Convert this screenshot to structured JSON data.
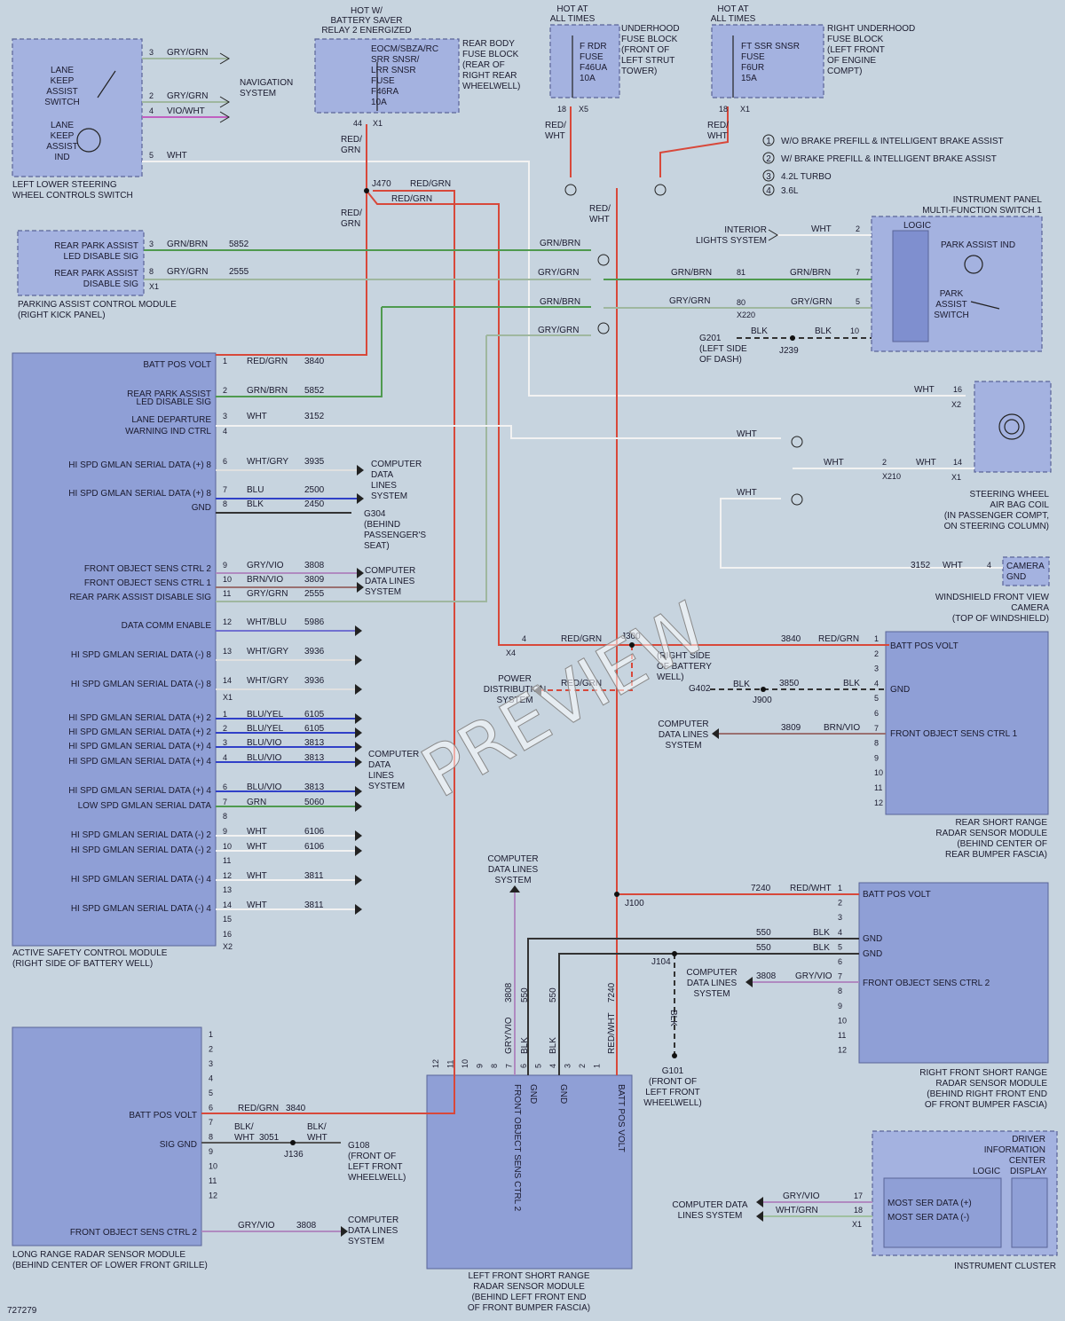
{
  "colors": {
    "background": "#c7d4df",
    "module": "#8f9fd6",
    "red_grn": "#d8483a",
    "red_wht": "#d8483a",
    "grn_brn": "#4f9a4f",
    "gry_grn": "#9fb79f",
    "wht": "#f2f2f2",
    "blu": "#3040c8",
    "gry_vio": "#b08ac0",
    "blk": "#333333"
  },
  "watermark": "PREVIEW",
  "diagram_number": "727279",
  "legend": [
    {
      "num": "1",
      "text": "W/O BRAKE PREFILL & INTELLIGENT BRAKE ASSIST"
    },
    {
      "num": "2",
      "text": "W/ BRAKE PREFILL & INTELLIGENT BRAKE ASSIST"
    },
    {
      "num": "3",
      "text": "4.2L TURBO"
    },
    {
      "num": "4",
      "text": "3.6L"
    }
  ],
  "top": {
    "steering_switch": {
      "lines": [
        "LEFT LOWER STEERING",
        "WHEEL CONTROLS SWITCH"
      ],
      "lka_switch": [
        "LANE",
        "KEEP",
        "ASSIST",
        "SWITCH"
      ],
      "lka_ind": [
        "LANE",
        "KEEP",
        "ASSIST",
        "IND"
      ],
      "nav": [
        "NAVIGATION",
        "SYSTEM"
      ],
      "pins": [
        {
          "pin": "3",
          "wire": "GRY/GRN"
        },
        {
          "pin": "2",
          "wire": "GRY/GRN"
        },
        {
          "pin": "4",
          "wire": "VIO/WHT"
        },
        {
          "pin": "5",
          "wire": "WHT"
        }
      ]
    },
    "rear_fuse": {
      "hot": [
        "HOT W/",
        "BATTERY SAVER",
        "RELAY 2 ENERGIZED"
      ],
      "fuse": [
        "EOCM/SBZA/RC",
        "SRR SNSR/",
        "LRR SNSR",
        "FUSE",
        "F46RA",
        "10A"
      ],
      "loc": [
        "REAR BODY",
        "FUSE BLOCK",
        "(REAR OF",
        "RIGHT REAR",
        "WHEELWELL)"
      ],
      "pin": "44",
      "conn": "X1",
      "wire": [
        "RED/",
        "GRN"
      ]
    },
    "underhood_fuse": {
      "hot": [
        "HOT AT",
        "ALL TIMES"
      ],
      "fuse": [
        "F RDR",
        "FUSE",
        "F46UA",
        "10A"
      ],
      "loc": [
        "UNDERHOOD",
        "FUSE BLOCK",
        "(FRONT OF",
        "LEFT STRUT",
        "TOWER)"
      ],
      "pin": "18",
      "conn": "X5",
      "wire": [
        "RED/",
        "WHT"
      ]
    },
    "right_fuse": {
      "hot": [
        "HOT AT",
        "ALL TIMES"
      ],
      "fuse": [
        "FT SSR SNSR",
        "FUSE",
        "F6UR",
        "15A"
      ],
      "loc": [
        "RIGHT UNDERHOOD",
        "FUSE BLOCK",
        "(LEFT FRONT",
        "OF ENGINE",
        "COMPT)"
      ],
      "pin": "18",
      "conn": "X1",
      "wire": [
        "RED/",
        "WHT"
      ]
    },
    "splice_j470": "J470",
    "wire_red_grn": "RED/GRN",
    "wire_red_grn_split": [
      "RED/",
      "GRN"
    ],
    "wire_red_wht_split": [
      "RED/",
      "WHT"
    ]
  },
  "park_assist_module": {
    "lines": [
      "PARKING ASSIST CONTROL MODULE",
      "(RIGHT KICK PANEL)"
    ],
    "pins": [
      {
        "label": "REAR PARK ASSIST",
        "label2": "LED DISABLE SIG",
        "pin": "3",
        "wire": "GRN/BRN",
        "circuit": "5852"
      },
      {
        "label": "REAR PARK ASSIST",
        "label2": "DISABLE SIG",
        "pin": "8",
        "wire": "GRY/GRN",
        "circuit": "2555"
      }
    ],
    "conn": "X1"
  },
  "instrument_switch": {
    "lines": [
      "INSTRUMENT PANEL",
      "MULTI-FUNCTION SWITCH 1"
    ],
    "logic": "LOGIC",
    "park_ind": "PARK ASSIST IND",
    "park_switch": [
      "PARK",
      "ASSIST",
      "SWITCH"
    ],
    "interior": [
      "INTERIOR",
      "LIGHTS SYSTEM"
    ],
    "pins": [
      {
        "pin": "2",
        "wire": "WHT"
      },
      {
        "pin": "7",
        "wire": "GRN/BRN",
        "inline": "81"
      },
      {
        "pin": "5",
        "wire": "GRY/GRN",
        "inline": "80"
      },
      {
        "pin": "10",
        "wire": "BLK"
      }
    ],
    "x220": "X220",
    "g201": [
      "G201",
      "(LEFT SIDE",
      "OF DASH)"
    ],
    "j239": "J239",
    "grn_brn": "GRN/BRN",
    "gry_grn": "GRY/GRN",
    "blk": "BLK"
  },
  "asc_module": {
    "lines": [
      "ACTIVE SAFETY CONTROL MODULE",
      "(RIGHT SIDE OF BATTERY WELL)"
    ],
    "x1": [
      {
        "label": "BATT POS VOLT",
        "pin": "1",
        "wire": "RED/GRN",
        "circuit": "3840"
      },
      {
        "label": "REAR PARK ASSIST",
        "label2": "LED DISABLE SIG",
        "pin": "2",
        "wire": "GRN/BRN",
        "circuit": "5852"
      },
      {
        "label": "LANE DEPARTURE",
        "label2": "WARNING IND CTRL",
        "pin": "3",
        "wire": "WHT",
        "circuit": "3152"
      },
      {
        "label": "",
        "pin": "4",
        "wire": "",
        "circuit": ""
      },
      {
        "label": "HI SPD GMLAN SERIAL DATA (+) 8",
        "pin": "6",
        "wire": "WHT/GRY",
        "circuit": "3935"
      },
      {
        "label": "HI SPD GMLAN SERIAL DATA (+) 8",
        "pin": "7",
        "wire": "BLU",
        "circuit": "2500"
      },
      {
        "label": "GND",
        "pin": "8",
        "wire": "BLK",
        "circuit": "2450"
      },
      {
        "label": "FRONT OBJECT SENS CTRL 2",
        "pin": "9",
        "wire": "GRY/VIO",
        "circuit": "3808"
      },
      {
        "label": "FRONT OBJECT SENS CTRL 1",
        "pin": "10",
        "wire": "BRN/VIO",
        "circuit": "3809"
      },
      {
        "label": "REAR PARK ASSIST DISABLE SIG",
        "pin": "11",
        "wire": "GRY/GRN",
        "circuit": "2555"
      },
      {
        "label": "DATA COMM ENABLE",
        "pin": "12",
        "wire": "WHT/BLU",
        "circuit": "5986"
      },
      {
        "label": "HI SPD GMLAN SERIAL DATA (-) 8",
        "pin": "13",
        "wire": "WHT/GRY",
        "circuit": "3936"
      },
      {
        "label": "HI SPD GMLAN SERIAL DATA (-) 8",
        "pin": "14",
        "wire": "WHT/GRY",
        "circuit": "3936"
      }
    ],
    "x2": [
      {
        "label": "HI SPD GMLAN SERIAL DATA (+) 2",
        "pin": "1",
        "wire": "BLU/YEL",
        "circuit": "6105"
      },
      {
        "label": "HI SPD GMLAN SERIAL DATA (+) 2",
        "pin": "2",
        "wire": "BLU/YEL",
        "circuit": "6105"
      },
      {
        "label": "HI SPD GMLAN SERIAL DATA (+) 4",
        "pin": "3",
        "wire": "BLU/VIO",
        "circuit": "3813"
      },
      {
        "label": "HI SPD GMLAN SERIAL DATA (+) 4",
        "pin": "4",
        "wire": "BLU/VIO",
        "circuit": "3813"
      },
      {
        "label": "HI SPD GMLAN SERIAL DATA (+) 4",
        "pin": "6",
        "wire": "BLU/VIO",
        "circuit": "3813"
      },
      {
        "label": "LOW SPD GMLAN SERIAL DATA",
        "pin": "7",
        "wire": "GRN",
        "circuit": "5060"
      },
      {
        "label": "",
        "pin": "8",
        "wire": "",
        "circuit": ""
      },
      {
        "label": "HI SPD GMLAN SERIAL DATA (-) 2",
        "pin": "9",
        "wire": "WHT",
        "circuit": "6106"
      },
      {
        "label": "HI SPD GMLAN SERIAL DATA (-) 2",
        "pin": "10",
        "wire": "WHT",
        "circuit": "6106"
      },
      {
        "label": "",
        "pin": "11",
        "wire": "",
        "circuit": ""
      },
      {
        "label": "HI SPD GMLAN SERIAL DATA (-) 4",
        "pin": "12",
        "wire": "WHT",
        "circuit": "3811"
      },
      {
        "label": "",
        "pin": "13",
        "wire": "",
        "circuit": ""
      },
      {
        "label": "HI SPD GMLAN SERIAL DATA (-) 4",
        "pin": "14",
        "wire": "WHT",
        "circuit": "3811"
      },
      {
        "label": "",
        "pin": "15",
        "wire": "",
        "circuit": ""
      },
      {
        "label": "",
        "pin": "16",
        "wire": "",
        "circuit": ""
      }
    ],
    "x1_conn": "X1",
    "x2_conn": "X2",
    "cdl": [
      "COMPUTER",
      "DATA",
      "LINES",
      "SYSTEM"
    ],
    "cdl2": [
      "COMPUTER",
      "DATA LINES",
      "SYSTEM"
    ],
    "g304": [
      "G304",
      "(BEHIND",
      "PASSENGER'S",
      "SEAT)"
    ]
  },
  "center": {
    "x4": "X4",
    "pin4": "4",
    "j_red": "RED/GRN",
    "j_label": "J300",
    "pds": [
      "POWER",
      "DISTRIBUTION",
      "SYSTEM"
    ],
    "pds_wire": "RED/GRN",
    "batt_note": [
      "(RIGHT SIDE",
      "OF BATTERY",
      "WELL)"
    ],
    "g402": "G402",
    "j900": "J900",
    "blk": "BLK",
    "c3850": "3850",
    "j100": "J100",
    "j104": "J104",
    "cdl_up": [
      "COMPUTER",
      "DATA LINES",
      "SYSTEM"
    ]
  },
  "steering_coil": {
    "lines": [
      "STEERING WHEEL",
      "AIR BAG COIL",
      "(IN PASSENGER COMPT,",
      "ON STEERING COLUMN)"
    ],
    "wht": "WHT",
    "pin16": "16",
    "x2": "X2",
    "pin14": "14",
    "x1": "X1",
    "inline2": "2",
    "x210": "X210"
  },
  "camera": {
    "lines": [
      "WINDSHIELD FRONT VIEW",
      "CAMERA",
      "(TOP OF WINDSHIELD)"
    ],
    "label": [
      "CAMERA",
      "GND"
    ],
    "circuit": "3152",
    "wire": "WHT",
    "pin": "4"
  },
  "rear_srr": {
    "lines": [
      "REAR SHORT RANGE",
      "RADAR SENSOR MODULE",
      "(BEHIND CENTER OF",
      "REAR BUMPER FASCIA)"
    ],
    "batt": "BATT POS VOLT",
    "gnd": "GND",
    "fos": "FRONT OBJECT SENS CTRL 1",
    "batt_circuit": "3840",
    "batt_wire": "RED/GRN",
    "gnd_wire": "BLK",
    "fos_circuit": "3809",
    "fos_wire": "BRN/VIO",
    "cdl": [
      "COMPUTER",
      "DATA LINES",
      "SYSTEM"
    ],
    "pins": [
      "1",
      "2",
      "3",
      "4",
      "5",
      "6",
      "7",
      "8",
      "9",
      "10",
      "11",
      "12"
    ]
  },
  "right_srr": {
    "lines": [
      "RIGHT FRONT SHORT RANGE",
      "RADAR SENSOR MODULE",
      "(BEHIND RIGHT FRONT END",
      "OF FRONT BUMPER FASCIA)"
    ],
    "batt": "BATT POS VOLT",
    "gnd": "GND",
    "fos": "FRONT OBJECT SENS CTRL 2",
    "batt_circuit": "7240",
    "batt_wire": "RED/WHT",
    "gnd_circuit": "550",
    "gnd_wire": "BLK",
    "fos_circuit": "3808",
    "fos_wire": "GRY/VIO",
    "cdl": [
      "COMPUTER",
      "DATA LINES",
      "SYSTEM"
    ],
    "pins": [
      "1",
      "2",
      "3",
      "4",
      "5",
      "6",
      "7",
      "8",
      "9",
      "10",
      "11",
      "12"
    ]
  },
  "long_range": {
    "lines": [
      "LONG RANGE RADAR SENSOR MODULE",
      "(BEHIND CENTER OF LOWER FRONT GRILLE)"
    ],
    "batt": "BATT POS VOLT",
    "sig": "SIG GND",
    "fos": "FRONT OBJECT SENS CTRL 2",
    "batt_wire": "RED/GRN",
    "batt_circuit": "3840",
    "blk_wht": [
      "BLK/",
      "WHT"
    ],
    "c3051": "3051",
    "j136": "J136",
    "g108": [
      "G108",
      "(FRONT OF",
      "LEFT FRONT",
      "WHEELWELL)"
    ],
    "fos_wire": "GRY/VIO",
    "fos_circuit": "3808",
    "cdl": [
      "COMPUTER",
      "DATA LINES",
      "SYSTEM"
    ],
    "pins": [
      "1",
      "2",
      "3",
      "4",
      "5",
      "6",
      "7",
      "8",
      "9",
      "10",
      "11",
      "12"
    ]
  },
  "left_srr": {
    "lines": [
      "LEFT FRONT SHORT RANGE",
      "RADAR SENSOR MODULE",
      "(BEHIND LEFT FRONT END",
      "OF FRONT BUMPER FASCIA)"
    ],
    "vlabels": [
      "FRONT OBJECT SENS CTRL 2",
      "GND",
      "GND",
      "BATT POS VOLT"
    ],
    "wires": [
      {
        "circuit": "3808",
        "wire": "GRY/VIO"
      },
      {
        "circuit": "550",
        "wire": "BLK"
      },
      {
        "circuit": "550",
        "wire": "BLK"
      },
      {
        "circuit": "7240",
        "wire": "RED/WHT"
      }
    ],
    "pins": [
      "12",
      "11",
      "10",
      "9",
      "8",
      "7",
      "6",
      "5",
      "4",
      "3",
      "2",
      "1"
    ],
    "g101": [
      "G101",
      "(FRONT OF",
      "LEFT FRONT",
      "WHEELWELL)"
    ],
    "blk": "BLK"
  },
  "cluster": {
    "lines": [
      "INSTRUMENT CLUSTER"
    ],
    "dic": [
      "DRIVER",
      "INFORMATION",
      "CENTER"
    ],
    "logic": "LOGIC",
    "display": "DISPLAY",
    "most_p": "MOST SER DATA (+)",
    "most_n": "MOST SER DATA (-)",
    "wire1": "GRY/VIO",
    "wire2": "WHT/GRN",
    "pin17": "17",
    "pin18": "18",
    "x1": "X1",
    "cdl": [
      "COMPUTER DATA",
      "LINES SYSTEM"
    ]
  }
}
